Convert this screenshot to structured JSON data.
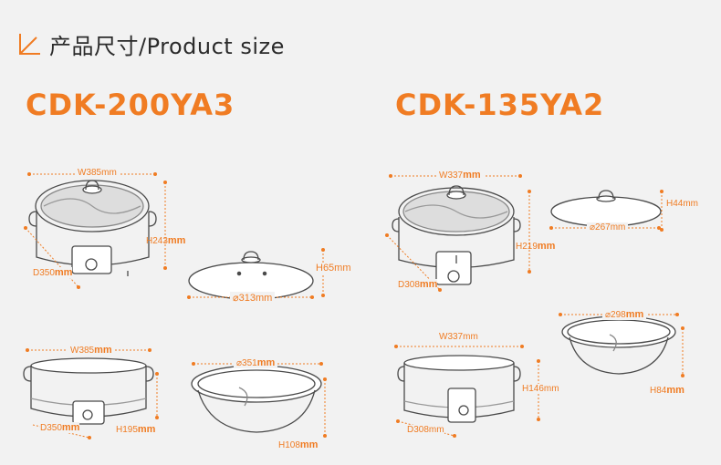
{
  "colors": {
    "accent": "#f07c23",
    "line": "#4a4a4a",
    "background": "#f2f2f2"
  },
  "header": {
    "icon": "corner-arrow-icon",
    "title": "产品尺寸/Product size"
  },
  "models": [
    {
      "name": "CDK-200YA3",
      "top_view": {
        "width": "W385mm",
        "height_num": "H243",
        "height_unit": "mm",
        "depth_num": "D350",
        "depth_unit": "mm"
      },
      "lid": {
        "height": "H65mm",
        "diameter": "⌀313mm"
      },
      "side_view": {
        "width_num": "W385",
        "width_unit": "mm",
        "depth_num": "D350",
        "depth_unit": "mm",
        "height_num": "H195",
        "height_unit": "mm"
      },
      "pot": {
        "diameter_num": "⌀351",
        "diameter_unit": "mm",
        "height_num": "H108",
        "height_unit": "mm"
      }
    },
    {
      "name": "CDK-135YA2",
      "top_view": {
        "width_num": "W337",
        "width_unit": "mm",
        "height_num": "H219",
        "height_unit": "mm",
        "depth_num": "D308",
        "depth_unit": "mm"
      },
      "lid": {
        "height": "H44mm",
        "diameter": "⌀267mm"
      },
      "side_view": {
        "width": "W337mm",
        "height": "H146mm",
        "depth": "D308mm"
      },
      "pot": {
        "diameter_num": "⌀298",
        "diameter_unit": "mm",
        "height_num": "H84",
        "height_unit": "mm"
      }
    }
  ]
}
